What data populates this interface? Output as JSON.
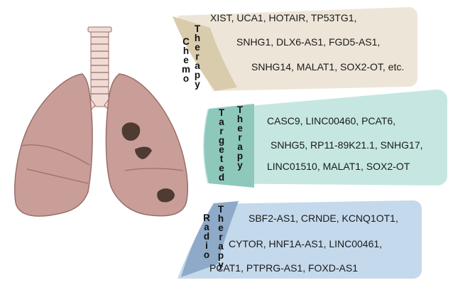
{
  "therapies": [
    {
      "word1": "Chemo",
      "word2": "Therapy",
      "color": "#ede6d8",
      "genes": [
        "XIST, UCA1, HOTAIR, TP53TG1,",
        "SNHG1, DLX6-AS1, FGD5-AS1,",
        "SNHG14, MALAT1, SOX2-OT, etc."
      ]
    },
    {
      "word1": "Targeted",
      "word2": "Therapy",
      "color": "#c6e7e1",
      "genes": [
        "CASC9, LINC00460, PCAT6,",
        "SNHG5, RP11-89K21.1, SNHG17,",
        "LINC01510, MALAT1, SOX2-OT"
      ]
    },
    {
      "word1": "Radio",
      "word2": "Therapy",
      "color": "#c5d9ec",
      "genes": [
        "SBF2-AS1, CRNDE, KCNQ1OT1,",
        "CYTOR, HNF1A-AS1, LINC00461,",
        "PCAT1, PTPRG-AS1, FOXD-AS1"
      ]
    }
  ],
  "label_colors": {
    "chemo": "#d9ccad",
    "targeted": "#8ec8bd",
    "radio": "#8eaac8"
  },
  "lung": {
    "tissue_color": "#c99e98",
    "outline_color": "#9a6e6a",
    "trachea_color": "#f1dcd5",
    "tumor_color": "#4e3b32"
  }
}
